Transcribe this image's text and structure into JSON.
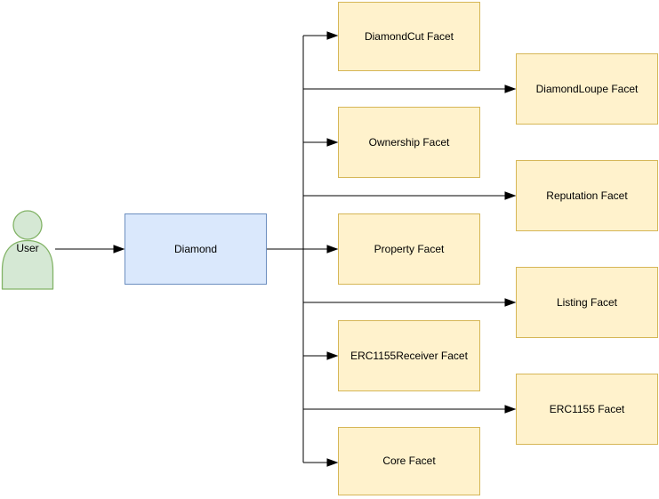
{
  "diagram": {
    "actor": {
      "label": "User"
    },
    "root": {
      "label": "Diamond"
    },
    "facets": [
      {
        "label": "DiamondCut Facet"
      },
      {
        "label": "DiamondLoupe Facet"
      },
      {
        "label": "Ownership Facet"
      },
      {
        "label": "Reputation Facet"
      },
      {
        "label": "Property Facet"
      },
      {
        "label": "Listing Facet"
      },
      {
        "label": "ERC1155Receiver Facet"
      },
      {
        "label": "ERC1155 Facet"
      },
      {
        "label": "Core Facet"
      }
    ],
    "colors": {
      "facet_fill": "#fff2cc",
      "facet_border": "#d6b656",
      "root_fill": "#dae8fc",
      "root_border": "#6c8ebf",
      "actor_fill": "#d5e8d4",
      "actor_border": "#82b366",
      "connector": "#000000"
    }
  }
}
